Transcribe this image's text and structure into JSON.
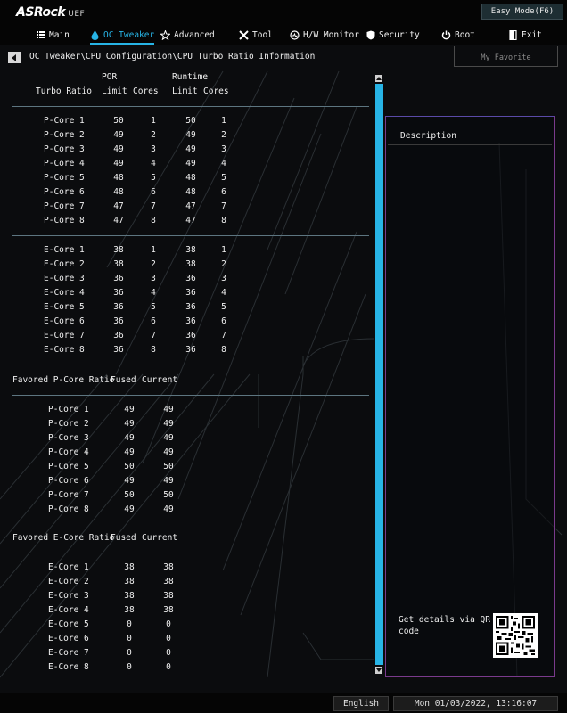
{
  "header": {
    "logo_text": "ASRock",
    "logo_sub": "UEFI",
    "easy_mode_label": "Easy Mode(F6)"
  },
  "tabs": [
    {
      "label": "Main",
      "icon": "list-icon"
    },
    {
      "label": "OC Tweaker",
      "icon": "droplet-icon",
      "active": true
    },
    {
      "label": "Advanced",
      "icon": "star-icon"
    },
    {
      "label": "Tool",
      "icon": "tools-icon"
    },
    {
      "label": "H/W Monitor",
      "icon": "monitor-icon"
    },
    {
      "label": "Security",
      "icon": "shield-icon"
    },
    {
      "label": "Boot",
      "icon": "power-icon"
    },
    {
      "label": "Exit",
      "icon": "exit-icon"
    }
  ],
  "breadcrumb": "OC Tweaker\\CPU Configuration\\CPU Turbo Ratio Information",
  "favorite_label": "My Favorite",
  "turbo": {
    "header": {
      "name": "Turbo Ratio",
      "por": "POR",
      "runtime": "Runtime",
      "limit": "Limit",
      "cores": "Cores"
    },
    "p_cores": [
      {
        "name": "P-Core 1",
        "por_limit": "50",
        "por_cores": "1",
        "rt_limit": "50",
        "rt_cores": "1"
      },
      {
        "name": "P-Core 2",
        "por_limit": "49",
        "por_cores": "2",
        "rt_limit": "49",
        "rt_cores": "2"
      },
      {
        "name": "P-Core 3",
        "por_limit": "49",
        "por_cores": "3",
        "rt_limit": "49",
        "rt_cores": "3"
      },
      {
        "name": "P-Core 4",
        "por_limit": "49",
        "por_cores": "4",
        "rt_limit": "49",
        "rt_cores": "4"
      },
      {
        "name": "P-Core 5",
        "por_limit": "48",
        "por_cores": "5",
        "rt_limit": "48",
        "rt_cores": "5"
      },
      {
        "name": "P-Core 6",
        "por_limit": "48",
        "por_cores": "6",
        "rt_limit": "48",
        "rt_cores": "6"
      },
      {
        "name": "P-Core 7",
        "por_limit": "47",
        "por_cores": "7",
        "rt_limit": "47",
        "rt_cores": "7"
      },
      {
        "name": "P-Core 8",
        "por_limit": "47",
        "por_cores": "8",
        "rt_limit": "47",
        "rt_cores": "8"
      }
    ],
    "e_cores": [
      {
        "name": "E-Core 1",
        "por_limit": "38",
        "por_cores": "1",
        "rt_limit": "38",
        "rt_cores": "1"
      },
      {
        "name": "E-Core 2",
        "por_limit": "38",
        "por_cores": "2",
        "rt_limit": "38",
        "rt_cores": "2"
      },
      {
        "name": "E-Core 3",
        "por_limit": "36",
        "por_cores": "3",
        "rt_limit": "36",
        "rt_cores": "3"
      },
      {
        "name": "E-Core 4",
        "por_limit": "36",
        "por_cores": "4",
        "rt_limit": "36",
        "rt_cores": "4"
      },
      {
        "name": "E-Core 5",
        "por_limit": "36",
        "por_cores": "5",
        "rt_limit": "36",
        "rt_cores": "5"
      },
      {
        "name": "E-Core 6",
        "por_limit": "36",
        "por_cores": "6",
        "rt_limit": "36",
        "rt_cores": "6"
      },
      {
        "name": "E-Core 7",
        "por_limit": "36",
        "por_cores": "7",
        "rt_limit": "36",
        "rt_cores": "7"
      },
      {
        "name": "E-Core 8",
        "por_limit": "36",
        "por_cores": "8",
        "rt_limit": "36",
        "rt_cores": "8"
      }
    ]
  },
  "favored_p": {
    "title": "Favored P-Core Ratio",
    "fused": "Fused",
    "current": "Current",
    "rows": [
      {
        "name": "P-Core 1",
        "fused": "49",
        "current": "49"
      },
      {
        "name": "P-Core 2",
        "fused": "49",
        "current": "49"
      },
      {
        "name": "P-Core 3",
        "fused": "49",
        "current": "49"
      },
      {
        "name": "P-Core 4",
        "fused": "49",
        "current": "49"
      },
      {
        "name": "P-Core 5",
        "fused": "50",
        "current": "50"
      },
      {
        "name": "P-Core 6",
        "fused": "49",
        "current": "49"
      },
      {
        "name": "P-Core 7",
        "fused": "50",
        "current": "50"
      },
      {
        "name": "P-Core 8",
        "fused": "49",
        "current": "49"
      }
    ]
  },
  "favored_e": {
    "title": "Favored E-Core Ratio",
    "fused": "Fused",
    "current": "Current",
    "rows": [
      {
        "name": "E-Core 1",
        "fused": "38",
        "current": "38"
      },
      {
        "name": "E-Core 2",
        "fused": "38",
        "current": "38"
      },
      {
        "name": "E-Core 3",
        "fused": "38",
        "current": "38"
      },
      {
        "name": "E-Core 4",
        "fused": "38",
        "current": "38"
      },
      {
        "name": "E-Core 5",
        "fused": "0",
        "current": "0"
      },
      {
        "name": "E-Core 6",
        "fused": "0",
        "current": "0"
      },
      {
        "name": "E-Core 7",
        "fused": "0",
        "current": "0"
      },
      {
        "name": "E-Core 8",
        "fused": "0",
        "current": "0"
      }
    ]
  },
  "description": {
    "title": "Description",
    "qr_text": "Get details via QR code"
  },
  "footer": {
    "language": "English",
    "datetime": "Mon 01/03/2022, 13:16:07"
  },
  "colors": {
    "accent": "#27b4e6",
    "panel_border": "#7a3a8c",
    "separator": "#5d7580"
  }
}
